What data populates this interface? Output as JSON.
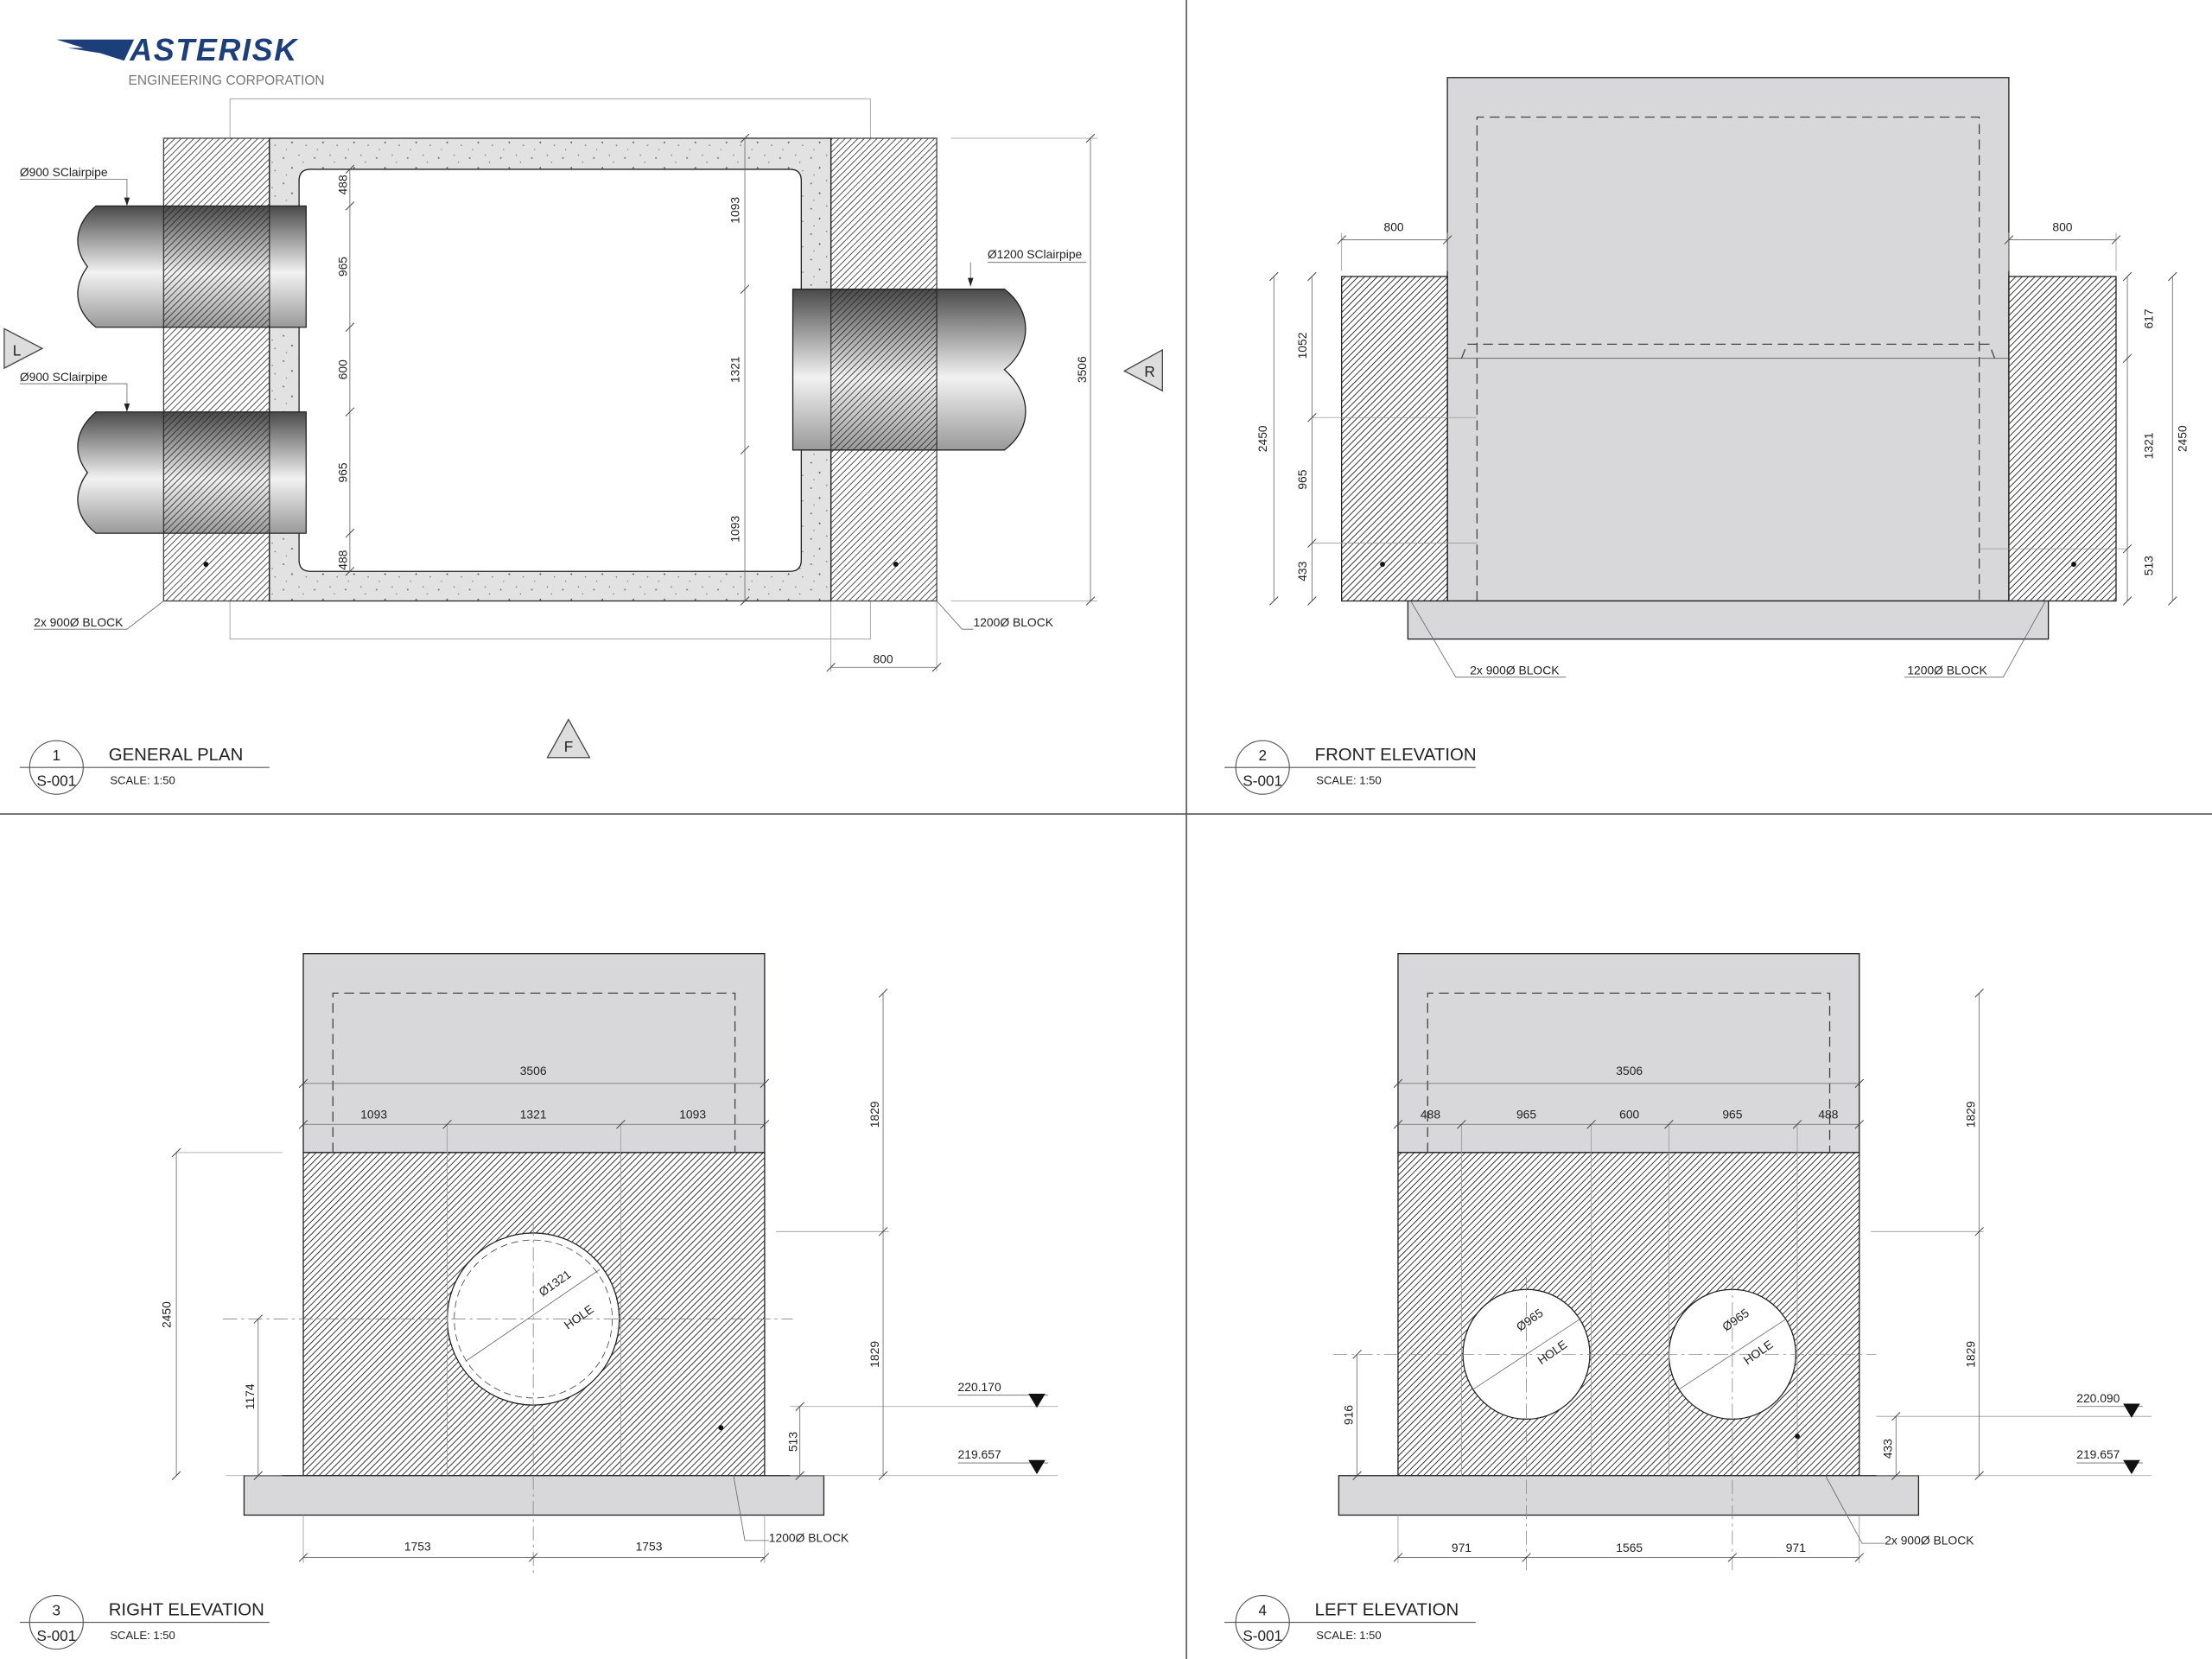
{
  "logo": {
    "name": "ASTERISK",
    "subtitle": "ENGINEERING CORPORATION",
    "brand_color": "#1c3f7a",
    "accent_color": "#c0182a"
  },
  "colors": {
    "concrete": "#d8d8da",
    "hatch": "#222222",
    "line": "#666666"
  },
  "panels": [
    {
      "number": "1",
      "sheet": "S-001",
      "title": "GENERAL PLAN",
      "scale": "SCALE: 1:50",
      "dims": [
        "488",
        "965",
        "600",
        "965",
        "488",
        "1093",
        "1321",
        "1093",
        "3506",
        "800"
      ],
      "labels": [
        "Ø900 SClairpipe",
        "Ø900 SClairpipe",
        "Ø1200 SClairpipe",
        "2x 900Ø BLOCK",
        "1200Ø BLOCK"
      ],
      "markers": [
        "L",
        "R",
        "F"
      ]
    },
    {
      "number": "2",
      "sheet": "S-001",
      "title": "FRONT ELEVATION",
      "scale": "SCALE: 1:50",
      "dims": [
        "800",
        "800",
        "1052",
        "965",
        "433",
        "2450",
        "617",
        "1321",
        "513",
        "2450"
      ],
      "labels": [
        "2x 900Ø BLOCK",
        "1200Ø BLOCK"
      ]
    },
    {
      "number": "3",
      "sheet": "S-001",
      "title": "RIGHT ELEVATION",
      "scale": "SCALE: 1:50",
      "dims": [
        "3506",
        "1093",
        "1321",
        "1093",
        "1829",
        "1829",
        "513",
        "2450",
        "1174",
        "1753",
        "1753"
      ],
      "elevations": [
        "220.170",
        "219.657"
      ],
      "holes": [
        {
          "dia": "Ø1321",
          "text": "HOLE"
        }
      ],
      "labels": [
        "1200Ø BLOCK"
      ]
    },
    {
      "number": "4",
      "sheet": "S-001",
      "title": "LEFT ELEVATION",
      "scale": "SCALE: 1:50",
      "dims": [
        "3506",
        "488",
        "965",
        "600",
        "965",
        "488",
        "1829",
        "1829",
        "433",
        "916",
        "971",
        "1565",
        "971"
      ],
      "elevations": [
        "220.090",
        "219.657"
      ],
      "holes": [
        {
          "dia": "Ø965",
          "text": "HOLE"
        },
        {
          "dia": "Ø965",
          "text": "HOLE"
        }
      ],
      "labels": [
        "2x 900Ø BLOCK"
      ]
    }
  ]
}
